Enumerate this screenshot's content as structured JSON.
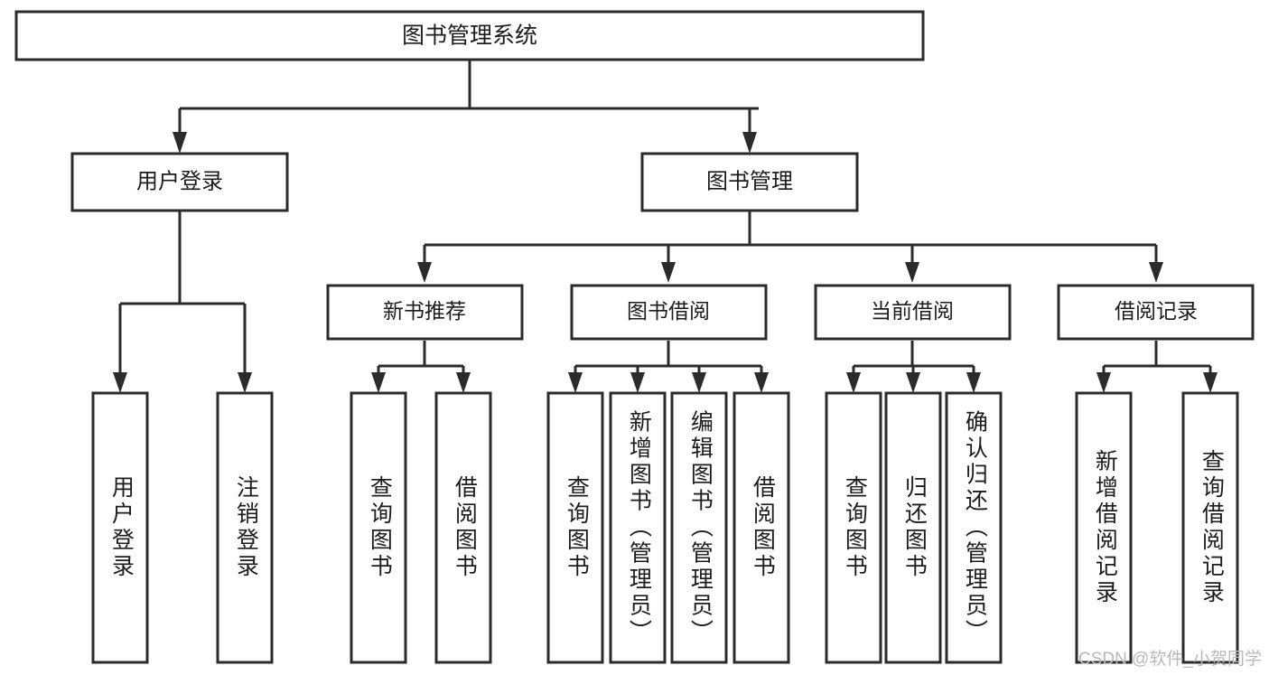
{
  "diagram": {
    "title": "图书管理系统",
    "type": "tree-hierarchy",
    "watermark": "CSDN @软件_小贺同学",
    "root": {
      "label": "图书管理系统"
    },
    "level1": [
      {
        "label": "用户登录"
      },
      {
        "label": "图书管理"
      }
    ],
    "level2": [
      {
        "label": "新书推荐"
      },
      {
        "label": "图书借阅"
      },
      {
        "label": "当前借阅"
      },
      {
        "label": "借阅记录"
      }
    ],
    "leaves": {
      "user_login": [
        {
          "label": "用户登录"
        },
        {
          "label": "注销登录"
        }
      ],
      "new_book_recommend": [
        {
          "label": "查询图书"
        },
        {
          "label": "借阅图书"
        }
      ],
      "book_borrow": [
        {
          "label": "查询图书"
        },
        {
          "label": "新增图书（管理员）"
        },
        {
          "label": "编辑图书（管理员）"
        },
        {
          "label": "借阅图书"
        }
      ],
      "current_borrow": [
        {
          "label": "查询图书"
        },
        {
          "label": "归还图书"
        },
        {
          "label": "确认归还（管理员）"
        }
      ],
      "borrow_record": [
        {
          "label": "新增借阅记录"
        },
        {
          "label": "查询借阅记录"
        }
      ]
    },
    "colors": {
      "box_stroke": "#2b2b2b",
      "box_fill": "#ffffff",
      "text": "#1c1c1c",
      "watermark": "#b9b9b9",
      "background": "#ffffff"
    }
  }
}
